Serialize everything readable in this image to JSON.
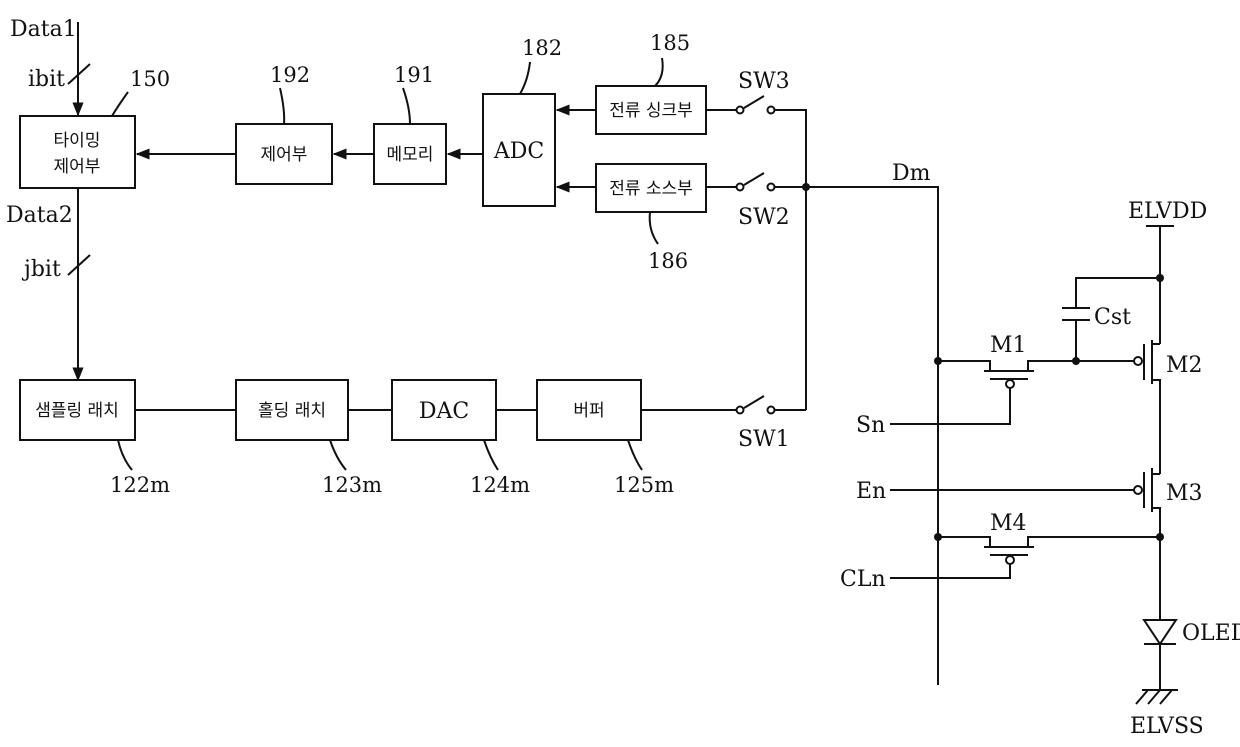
{
  "signals": {
    "data1": "Data1",
    "data2": "Data2",
    "ibit": "ibit",
    "jbit": "jbit",
    "dm": "Dm",
    "sn": "Sn",
    "en": "En",
    "cln": "CLn",
    "elvdd": "ELVDD",
    "elvss": "ELVSS"
  },
  "blocks": {
    "timing_line1": "타이밍",
    "timing_line2": "제어부",
    "control": "제어부",
    "memory": "메모리",
    "adc": "ADC",
    "current_sink": "전류 싱크부",
    "current_source": "전류 소스부",
    "sampling_latch": "샘플링 래치",
    "holding_latch": "홀딩 래치",
    "dac": "DAC",
    "buffer": "버퍼"
  },
  "refs": {
    "r150": "150",
    "r192": "192",
    "r191": "191",
    "r182": "182",
    "r185": "185",
    "r186": "186",
    "r122m": "122m",
    "r123m": "123m",
    "r124m": "124m",
    "r125m": "125m"
  },
  "switches": {
    "sw1": "SW1",
    "sw2": "SW2",
    "sw3": "SW3"
  },
  "components": {
    "m1": "M1",
    "m2": "M2",
    "m3": "M3",
    "m4": "M4",
    "cst": "Cst",
    "oled": "OLED"
  }
}
